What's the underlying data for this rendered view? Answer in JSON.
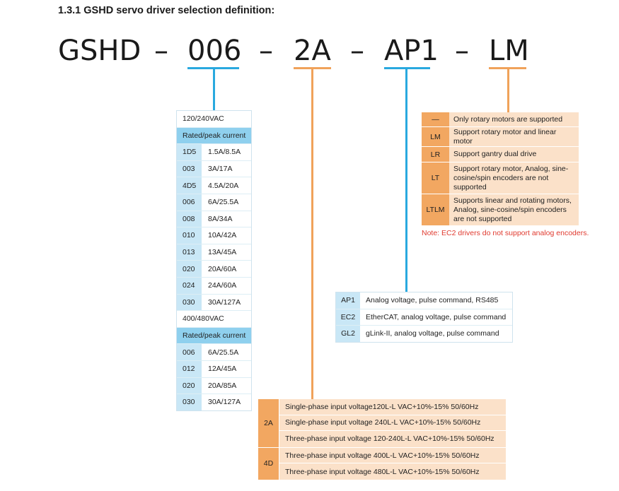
{
  "heading": "1.3.1  GSHD servo driver selection definition:",
  "model_code": {
    "series": "GSHD",
    "current": "006",
    "voltage": "2A",
    "bus": "AP1",
    "motor": "LM",
    "separator": "–"
  },
  "colors": {
    "blue": "#29a9df",
    "orange": "#f0a25a",
    "note": "#e03a2f"
  },
  "current_table": {
    "groups": [
      {
        "voltage": "120/240VAC",
        "header": "Rated/peak current",
        "rows": [
          {
            "code": "1D5",
            "value": "1.5A/8.5A"
          },
          {
            "code": "003",
            "value": "3A/17A"
          },
          {
            "code": "4D5",
            "value": "4.5A/20A"
          },
          {
            "code": "006",
            "value": "6A/25.5A"
          },
          {
            "code": "008",
            "value": "8A/34A"
          },
          {
            "code": "010",
            "value": "10A/42A"
          },
          {
            "code": "013",
            "value": "13A/45A"
          },
          {
            "code": "020",
            "value": "20A/60A"
          },
          {
            "code": "024",
            "value": "24A/60A"
          },
          {
            "code": "030",
            "value": "30A/127A"
          }
        ]
      },
      {
        "voltage": "400/480VAC",
        "header": "Rated/peak current",
        "rows": [
          {
            "code": "006",
            "value": "6A/25.5A"
          },
          {
            "code": "012",
            "value": "12A/45A"
          },
          {
            "code": "020",
            "value": "20A/85A"
          },
          {
            "code": "030",
            "value": "30A/127A"
          }
        ]
      }
    ]
  },
  "motor_table": {
    "rows": [
      {
        "code": "—",
        "desc": "Only rotary motors are supported"
      },
      {
        "code": "LM",
        "desc": "Support rotary motor and linear motor"
      },
      {
        "code": "LR",
        "desc": "Support gantry dual drive"
      },
      {
        "code": "LT",
        "desc": "Support rotary motor, Analog, sine-cosine/spin encoders are not supported"
      },
      {
        "code": "LTLM",
        "desc": "Supports linear and rotating motors, Analog, sine-cosine/spin encoders are not supported"
      }
    ],
    "note": "Note: EC2 drivers do not support analog encoders."
  },
  "bus_table": {
    "rows": [
      {
        "code": "AP1",
        "desc": "Analog voltage, pulse command, RS485"
      },
      {
        "code": "EC2",
        "desc": "EtherCAT, analog voltage, pulse command"
      },
      {
        "code": "GL2",
        "desc": "gLink-II, analog voltage, pulse command"
      }
    ]
  },
  "voltage_table": {
    "groups": [
      {
        "code": "2A",
        "rows": [
          "Single-phase input voltage120L-L  VAC+10%-15%  50/60Hz",
          "Single-phase input voltage 240L-L  VAC+10%-15%  50/60Hz",
          "Three-phase input voltage  120-240L-L  VAC+10%-15%  50/60Hz"
        ]
      },
      {
        "code": "4D",
        "rows": [
          "Three-phase input voltage  400L-L  VAC+10%-15%  50/60Hz",
          "Three-phase input voltage  480L-L  VAC+10%-15%  50/60Hz"
        ]
      }
    ]
  }
}
